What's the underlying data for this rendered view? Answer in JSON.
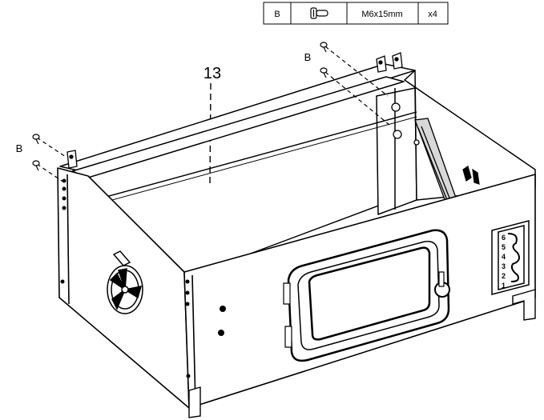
{
  "parts_table": {
    "letter": "B",
    "icon": "screw-icon",
    "size": "M6x15mm",
    "quantity": "x4"
  },
  "callouts": {
    "part_number": "13",
    "screw_left": "B",
    "screw_right": "B"
  },
  "scale_labels": [
    "6",
    "5",
    "4",
    "3",
    "2",
    "1"
  ],
  "colors": {
    "line": "#000000",
    "fill": "#ffffff",
    "shade": "#d8d8d8"
  }
}
